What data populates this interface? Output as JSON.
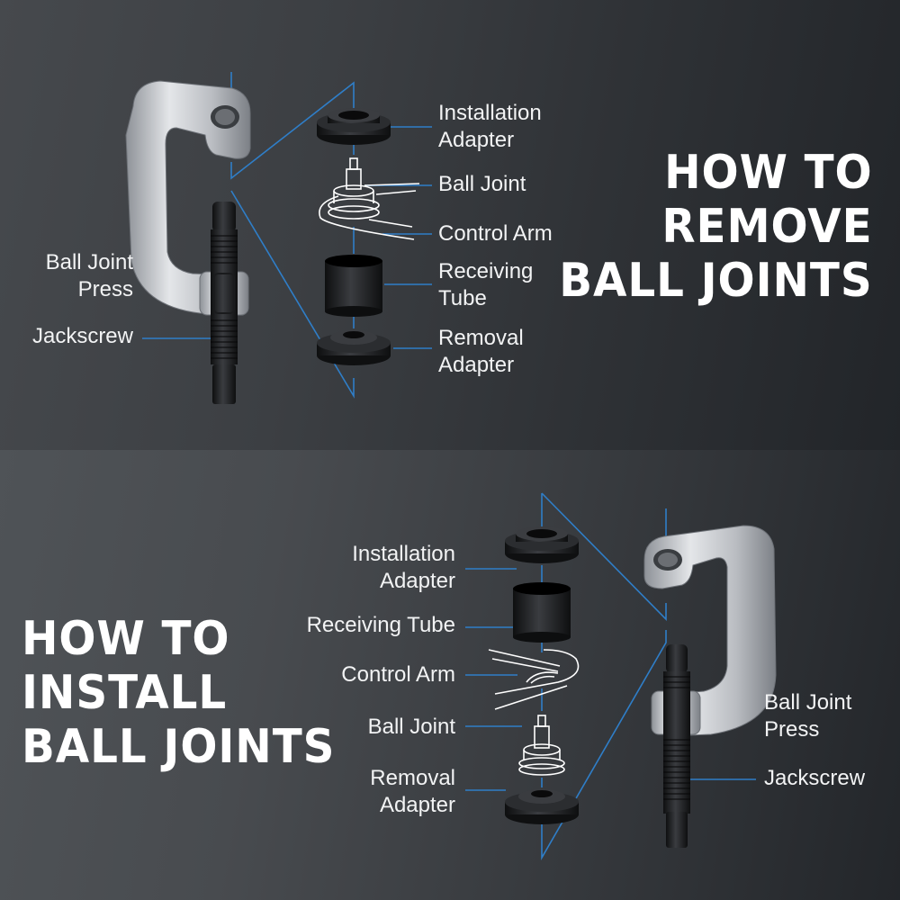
{
  "colors": {
    "accent_line": "#2f7ec8",
    "text": "#ffffff",
    "bg_dark": "#23262a",
    "bg_light": "#4f5357",
    "steel": "#c9ccd0",
    "black_part": "#161719"
  },
  "remove_panel": {
    "headline": [
      "HOW TO",
      "REMOVE",
      "BALL JOINTS"
    ],
    "left_labels": {
      "press": [
        "Ball Joint",
        "Press"
      ],
      "jackscrew": "Jackscrew"
    },
    "right_labels": [
      {
        "lines": [
          "Installation",
          "Adapter"
        ]
      },
      {
        "lines": [
          "Ball Joint"
        ]
      },
      {
        "lines": [
          "Control Arm"
        ]
      },
      {
        "lines": [
          "Receiving",
          "Tube"
        ]
      },
      {
        "lines": [
          "Removal",
          "Adapter"
        ]
      }
    ]
  },
  "install_panel": {
    "headline": [
      "HOW TO",
      "INSTALL",
      "BALL JOINTS"
    ],
    "left_labels": [
      {
        "lines": [
          "Installation",
          "Adapter"
        ]
      },
      {
        "lines": [
          "Receiving Tube"
        ]
      },
      {
        "lines": [
          "Control Arm"
        ]
      },
      {
        "lines": [
          "Ball Joint"
        ]
      },
      {
        "lines": [
          "Removal",
          "Adapter"
        ]
      }
    ],
    "right_labels": {
      "press": [
        "Ball Joint",
        "Press"
      ],
      "jackscrew": "Jackscrew"
    }
  }
}
